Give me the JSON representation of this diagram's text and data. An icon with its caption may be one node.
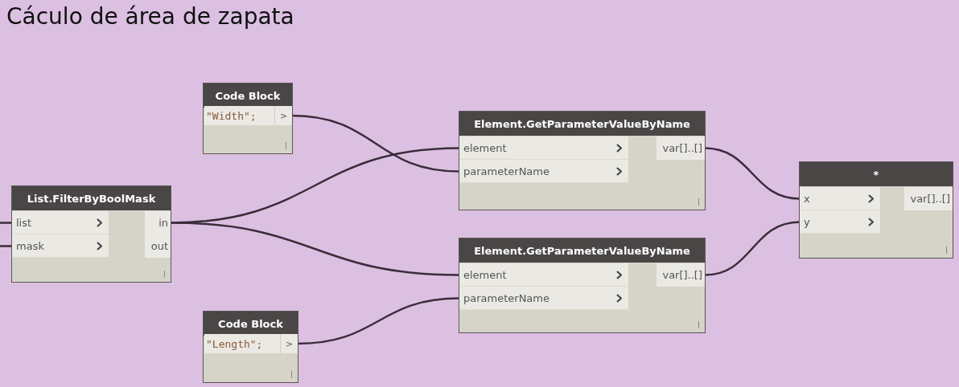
{
  "diagram": {
    "title": "Cáculo de área de zapata",
    "nodes": [
      {
        "text": [
          "Code Block"
        ]
      },
      {
        "text": [
          "\"Width\";"
        ],
        "in": 0
      },
      {
        "text": [
          ">"
        ],
        "in": 0
      },
      {
        "text": [
          "List.FilterByBoolMask"
        ]
      },
      {
        "text": [
          "list"
        ],
        "in": 3
      },
      {
        "text": [
          "mask"
        ],
        "in": 3
      },
      {
        "text": [
          "in"
        ],
        "in": 3
      },
      {
        "text": [
          "out"
        ],
        "in": 3
      },
      {
        "text": [
          "Element.GetParameterValueByName"
        ]
      },
      {
        "text": [
          "element"
        ],
        "in": 8
      },
      {
        "text": [
          "parameterName"
        ],
        "in": 8
      },
      {
        "text": [
          "var[]..[]"
        ],
        "in": 8
      },
      {
        "text": [
          "Element.GetParameterValueByName"
        ]
      },
      {
        "text": [
          "element"
        ],
        "in": 12
      },
      {
        "text": [
          "parameterName"
        ],
        "in": 12
      },
      {
        "text": [
          "var[]..[]"
        ],
        "in": 12
      },
      {
        "text": [
          "*"
        ]
      },
      {
        "text": [
          "x"
        ],
        "in": 16
      },
      {
        "text": [
          "y"
        ],
        "in": 16
      },
      {
        "text": [
          "var[]..[]"
        ],
        "in": 16
      },
      {
        "text": [
          "Code Block"
        ]
      },
      {
        "text": [
          "\"Length\";"
        ],
        "in": 20
      },
      {
        "text": [
          ">"
        ],
        "in": 20
      }
    ],
    "edges": [
      {
        "from": null,
        "to": 4,
        "arrow": "none"
      },
      {
        "from": null,
        "to": 5,
        "arrow": "none"
      },
      {
        "from": 2,
        "to": 10,
        "arrow": "none"
      },
      {
        "from": 6,
        "to": 9,
        "arrow": "none"
      },
      {
        "from": 6,
        "to": 13,
        "arrow": "none"
      },
      {
        "from": 22,
        "to": 14,
        "arrow": "none"
      },
      {
        "from": 11,
        "to": 17,
        "arrow": "none"
      },
      {
        "from": 15,
        "to": 18,
        "arrow": "none"
      }
    ]
  }
}
